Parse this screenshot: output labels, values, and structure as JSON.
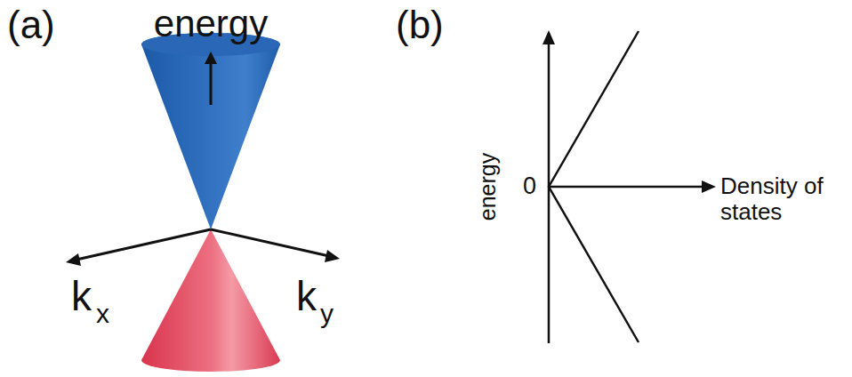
{
  "diagram": {
    "labels": [
      "(a)",
      "energy",
      "k",
      "x",
      "k",
      "y",
      "(b)",
      "energy",
      "0",
      "Density of states"
    ]
  }
}
